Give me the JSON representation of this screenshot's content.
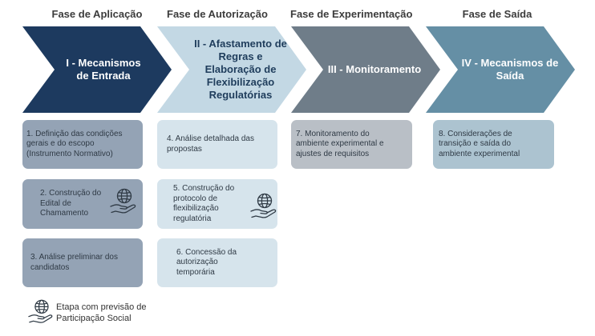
{
  "phases": [
    {
      "title": "Fase de Aplicação",
      "arrow_label": "I - Mecanismos de Entrada",
      "color": "#1d3a5f",
      "text_color": "#ffffff"
    },
    {
      "title": "Fase de Autorização",
      "arrow_label": "II - Afastamento de Regras e Elaboração de Flexibilização Regulatórias",
      "color": "#c3d8e4",
      "text_color": "#1f3d5c"
    },
    {
      "title": "Fase de Experimentação",
      "arrow_label": "III - Monitoramento",
      "color": "#6f7d89",
      "text_color": "#ffffff"
    },
    {
      "title": "Fase de Saída",
      "arrow_label": "IV - Mecanismos de Saída",
      "color": "#658fa5",
      "text_color": "#ffffff"
    }
  ],
  "steps": [
    {
      "text": "1. Definição das condições gerais e do escopo (Instrumento Normativo)",
      "social": false,
      "color": "#94a3b5"
    },
    {
      "text": "2. Construção do Edital de Chamamento",
      "social": true,
      "color": "#94a3b5"
    },
    {
      "text": "3. Análise preliminar dos candidatos",
      "social": false,
      "color": "#94a3b5"
    },
    {
      "text": "4. Análise detalhada das propostas",
      "social": false,
      "color": "#d6e4ec"
    },
    {
      "text": "5. Construção do protocolo de flexibilização regulatória",
      "social": true,
      "color": "#d6e4ec"
    },
    {
      "text": "6. Concessão da autorização temporária",
      "social": false,
      "color": "#d6e4ec"
    },
    {
      "text": "7. Monitoramento do ambiente experimental e ajustes de requisitos",
      "social": false,
      "color": "#b9bfc6"
    },
    {
      "text": "8. Considerações de transição e saída do ambiente experimental",
      "social": false,
      "color": "#acc3d0"
    }
  ],
  "legend": {
    "line1": "Etapa com previsão de",
    "line2": "Participação Social",
    "icon": "globe-hand-icon"
  }
}
